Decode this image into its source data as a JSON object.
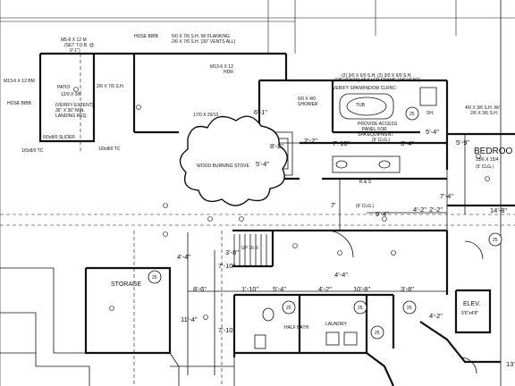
{
  "title": "",
  "rooms": {
    "bedroom": "BEDROO",
    "bedroom_size": "13/6 X 15/4",
    "bedroom_clg": "(9' CLG.)",
    "storage": "STORAGE",
    "laundry": "LAUNDRY",
    "half_bath": "HALF BATH",
    "patio": "PATIO",
    "patio_size": "12/0 X 9/6",
    "patio_note1": "(VERIFY EXTENT)",
    "patio_note2": "36\" X 36\" MIN.",
    "patio_note3": "LANDING REQ.",
    "wood_stove": "WOOD BURNING STOVE",
    "wood_stove_size": "17/0 X 20/10",
    "shower": "6/0 X 4/0",
    "shower_label": "SHOWER",
    "ras": "R & S",
    "elev": "ELEV.",
    "elev_size": "5'6\"x4'8\"",
    "up": "UP 16 R"
  },
  "notes": {
    "hose_bib_1": "HOSE BIBB",
    "hose_bib_2": "HOSE BIBB",
    "header_1a": "5/0 X 7/6 S.H. W/ FLANKING",
    "header_1b": "2/6 X 7/6 S.H. (30\" VENTS ALL)",
    "ms_1": "M5-6 X 12 M",
    "ms_1b": "(SET T.O.B. @",
    "ms_1c": "9'-1\")",
    "ms_2": "M13-6 X 12",
    "ms_2b": "HDR",
    "ms_3": "M13-6 X 12 BM",
    "sh_1": "2/6 X 7/6 S.H.",
    "sh_2": "(2) 3/0 X 6/0 S.H. (2) 3/0 X 6/0 S.H.",
    "sh_2b": "(18\" VENTS) MULLED FRAME (18\" VENT)",
    "sh_3": "4/0 X 3/6 S.H. W/",
    "sh_3b": "2/6 X 3/6 S.H.",
    "verify_spa": "VERIFY SPA/WINDOW CLRNC",
    "provide_access": "PROVIDE ACCESS",
    "panel_for": "PANEL FOR",
    "spa_equipment": "SPA EQUIPMENT",
    "clg_9": "(9' CLG.)",
    "clg_9b": "(9' CLG.)",
    "slider": "6/0x8/0 SLIDER",
    "door_1": "1/0x8/0 TC",
    "door_2": "1/0x8/0 TC",
    "sh_label": "SH.",
    "tub": "TUB"
  },
  "dimensions": {
    "d1": "8'-2\"",
    "d2": "2'-2\"",
    "d3": "7'-10\"",
    "d4": "3'-4\"",
    "d5": "9'-4\"",
    "d6": "4'-2\"",
    "d7": "2'-2\"",
    "d8": "14'-8\"",
    "d9": "7'-4\"",
    "d10": "4'-4\"",
    "d11": "8'-6\"",
    "d12": "1'-10\"",
    "d13": "5'-4\"",
    "d14": "4'-2\"",
    "d15": "10'-8\"",
    "d16": "3'-8\"",
    "d17": "7'-10\"",
    "d18": "11'-4\"",
    "d19": "3'-8\"",
    "d20": "7'-10\"",
    "d21": "4'-2\"",
    "d22": "6'-1\"",
    "d23": "5'-4\"",
    "d24": "5'-4\"",
    "d25": "7'",
    "d26": "4'-4\"",
    "d27": "5'-9\"",
    "d28": "13'"
  },
  "tags": [
    "25",
    "25",
    "25",
    "25",
    "25",
    "25",
    "25"
  ],
  "colors": {
    "ink": "#111111",
    "paper": "#ffffff"
  }
}
